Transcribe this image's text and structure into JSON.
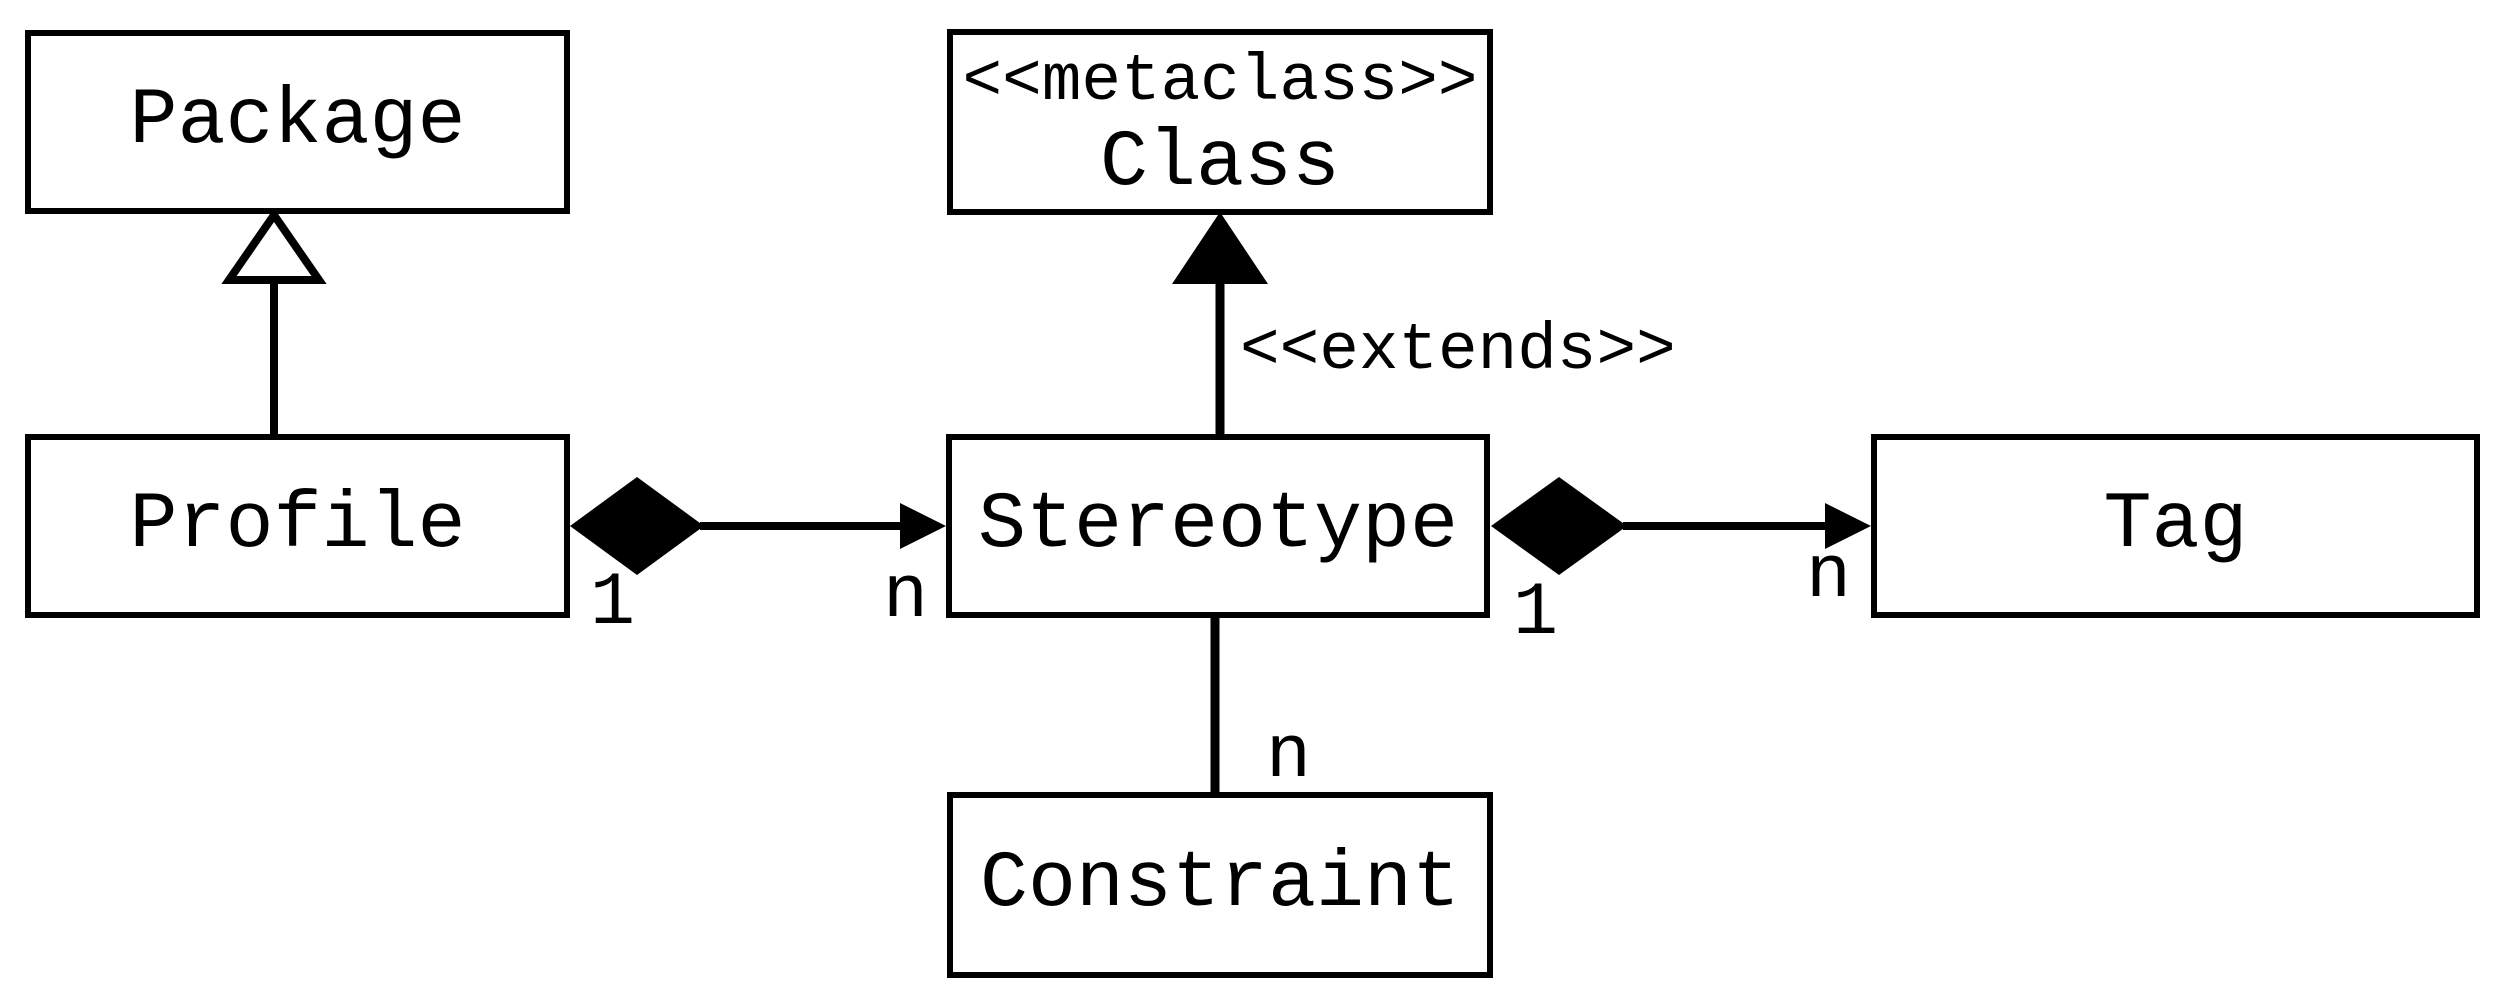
{
  "diagram_type": "UML profile metamodel class diagram",
  "colors": {
    "background": "#ffffff",
    "line": "#000000",
    "box_fill": "#ffffff",
    "text": "#000000"
  },
  "nodes": {
    "package": {
      "label": "Package"
    },
    "class": {
      "keyword": "<<metaclass>>",
      "label": "Class"
    },
    "profile": {
      "label": "Profile"
    },
    "stereotype": {
      "label": "Stereotype"
    },
    "tag": {
      "label": "Tag"
    },
    "constraint": {
      "label": "Constraint"
    }
  },
  "edges": {
    "profile_package": {
      "type": "generalization",
      "from": "Profile",
      "to": "Package"
    },
    "stereotype_class": {
      "type": "extension",
      "from": "Stereotype",
      "to": "Class",
      "label": "<<extends>>"
    },
    "profile_stereotype": {
      "type": "composition",
      "from": "Profile",
      "to": "Stereotype",
      "source_multiplicity": "1",
      "target_multiplicity": "n"
    },
    "stereotype_tag": {
      "type": "composition",
      "from": "Stereotype",
      "to": "Tag",
      "source_multiplicity": "1",
      "target_multiplicity": "n"
    },
    "stereotype_constraint": {
      "type": "association",
      "from": "Stereotype",
      "to": "Constraint",
      "target_multiplicity": "n"
    }
  }
}
